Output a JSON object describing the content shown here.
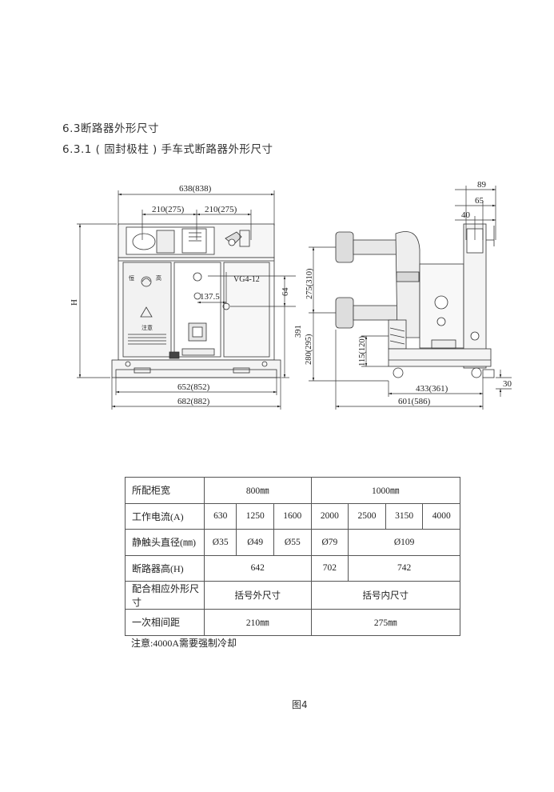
{
  "headings": {
    "section": "6.3断路器外形尺寸",
    "subsection": "6.3.1 ( 固封极柱 ) 手车式断路器外形尺寸"
  },
  "front_view": {
    "dim_overall_top": "638(838)",
    "dim_pitch_left": "210(275)",
    "dim_pitch_right": "210(275)",
    "dim_height": "H",
    "dim_137": "137.5",
    "dim_64": "64",
    "dim_391": "391",
    "dim_652": "652(852)",
    "dim_682": "682(882)",
    "model_label": "VG4-12",
    "panel_text_1": "恒",
    "panel_text_2": "高",
    "panel_text_3": "注意"
  },
  "side_view": {
    "dim_89": "89",
    "dim_65": "65",
    "dim_40": "40",
    "dim_275": "275(310)",
    "dim_280": "280(295)",
    "dim_115": "115(120)",
    "dim_433": "433(361)",
    "dim_601": "601(586)",
    "dim_30": "30"
  },
  "table": {
    "rows": [
      {
        "label": "所配柜宽",
        "cells": [
          {
            "text": "800㎜",
            "span": 3
          },
          {
            "text": "1000㎜",
            "span": 4
          }
        ]
      },
      {
        "label": "工作电流(A)",
        "cells": [
          {
            "text": "630",
            "span": 1
          },
          {
            "text": "1250",
            "span": 1
          },
          {
            "text": "1600",
            "span": 1
          },
          {
            "text": "2000",
            "span": 1
          },
          {
            "text": "2500",
            "span": 1
          },
          {
            "text": "3150",
            "span": 1
          },
          {
            "text": "4000",
            "span": 1
          }
        ]
      },
      {
        "label": "静触头直径(㎜)",
        "cells": [
          {
            "text": "Ø35",
            "span": 1
          },
          {
            "text": "Ø49",
            "span": 1
          },
          {
            "text": "Ø55",
            "span": 1
          },
          {
            "text": "Ø79",
            "span": 1
          },
          {
            "text": "Ø109",
            "span": 3
          }
        ]
      },
      {
        "label": "断路器高(H)",
        "cells": [
          {
            "text": "642",
            "span": 3
          },
          {
            "text": "702",
            "span": 1
          },
          {
            "text": "742",
            "span": 3
          }
        ]
      },
      {
        "label": "配合相应外形尺寸",
        "cells": [
          {
            "text": "括号外尺寸",
            "span": 3
          },
          {
            "text": "括号内尺寸",
            "span": 4
          }
        ]
      },
      {
        "label": "一次相间距",
        "cells": [
          {
            "text": "210㎜",
            "span": 3
          },
          {
            "text": "275㎜",
            "span": 4
          }
        ]
      }
    ]
  },
  "note": "注意:4000A需要强制冷却",
  "figure_label": "图4"
}
